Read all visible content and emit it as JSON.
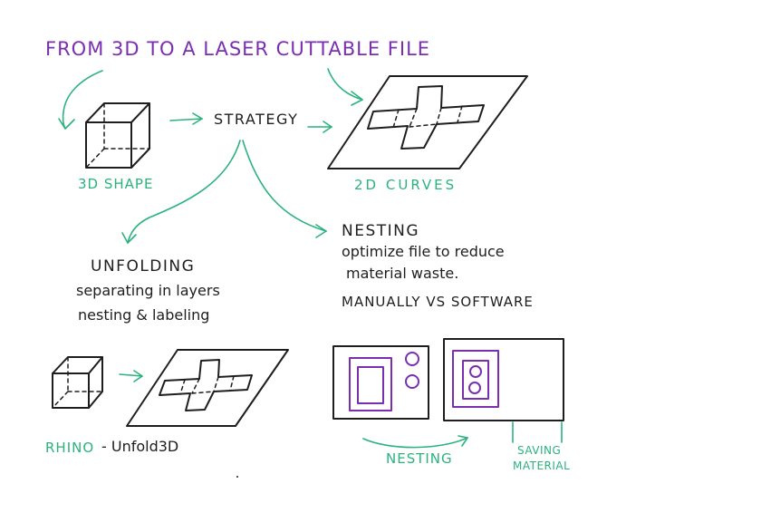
{
  "title": "FROM 3D TO A LASER CUTTABLE FILE",
  "labels": {
    "shape_3d": "3D SHAPE",
    "strategy": "STRATEGY",
    "curves_2d": "2D CURVES",
    "unfolding_heading": "UNFOLDING",
    "unfolding_line1": "separating in layers",
    "unfolding_line2": "nesting & labeling",
    "nesting_heading": "NESTING",
    "nesting_line1": "optimize file to reduce",
    "nesting_line2": "material waste.",
    "nesting_line3": "MANUALLY VS SOFTWARE",
    "rhino": "RHINO",
    "unfold_tool": "- Unfold3D",
    "nesting_arrow": "NESTING",
    "saving_material_1": "SAVING",
    "saving_material_2": "MATERIAL"
  },
  "colors": {
    "title": "#7a2fb0",
    "accent": "#2bb27e",
    "ink": "#1e1e1e",
    "parts": "#7a2fb0"
  }
}
